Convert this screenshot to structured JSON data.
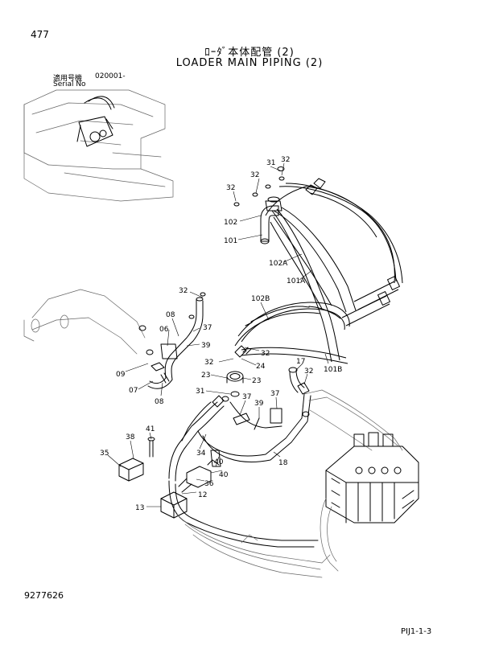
{
  "header": {
    "page_number": "477",
    "title_jp": "ﾛｰﾀﾞ本体配管 (2)",
    "title_en": "LOADER MAIN PIPING (2)",
    "serial_label_jp": "適用号機",
    "serial_label_en": "Serial No",
    "serial_value": "020001-"
  },
  "footer": {
    "doc_number": "9277626",
    "page_code": "PIJ1-1-3"
  },
  "callouts": {
    "c31a": "31",
    "c32a": "32",
    "c32b": "32",
    "c32c": "32",
    "c102": "102",
    "c101": "101",
    "c102A": "102A",
    "c101A": "101A",
    "c102B": "102B",
    "c32d": "32",
    "c08a": "08",
    "c37a": "37",
    "c06": "06",
    "c39a": "39",
    "c09": "09",
    "c07": "07",
    "c08b": "08",
    "c32e": "32",
    "c24": "24",
    "c32f": "32",
    "c23a": "23",
    "c23b": "23",
    "c31b": "31",
    "c17": "17",
    "c32g": "32",
    "c101B": "101B",
    "c37b": "37",
    "c37c": "37",
    "c39b": "39",
    "c41": "41",
    "c38": "38",
    "c34": "34",
    "c35": "35",
    "c40a": "40",
    "c40b": "40",
    "c36": "36",
    "c18": "18",
    "c12": "12",
    "c13": "13"
  }
}
